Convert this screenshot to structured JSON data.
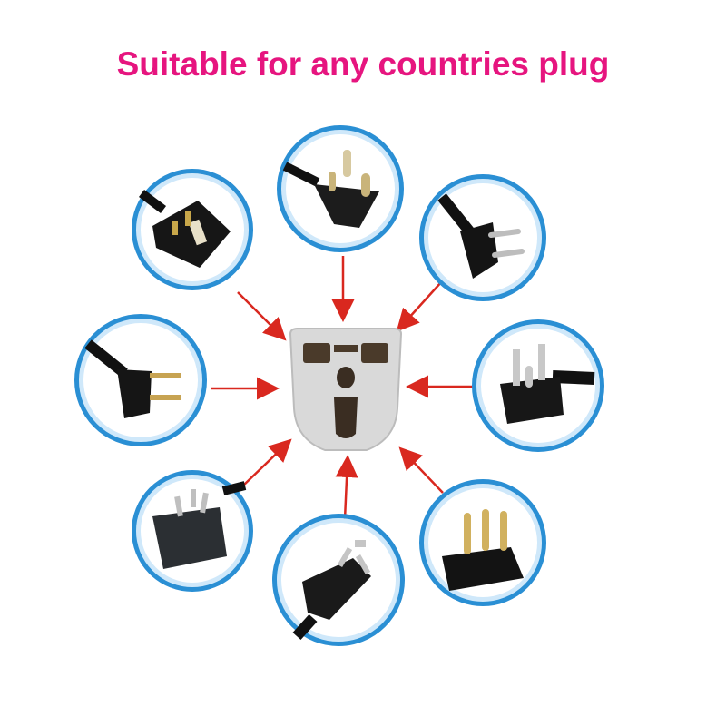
{
  "title": "Suitable for any countries plug",
  "colors": {
    "title": "#e6157f",
    "ring_outer": "#2a8fd4",
    "ring_inner": "#cfe8fa",
    "arrow": "#d9281f",
    "plug_body": "#161616",
    "adapter_body": "#d9d9d9"
  },
  "plugs": [
    {
      "name": "uk-type-g",
      "icon": "uk-plug-icon"
    },
    {
      "name": "india-type-d",
      "icon": "india-plug-icon"
    },
    {
      "name": "europe-type-c",
      "icon": "euro-plug-icon"
    },
    {
      "name": "usa-type-a",
      "icon": "us-two-pin-plug-icon"
    },
    {
      "name": "usa-type-b",
      "icon": "us-three-pin-plug-icon"
    },
    {
      "name": "china-type-i",
      "icon": "china-plug-icon"
    },
    {
      "name": "australia-type-i",
      "icon": "australia-plug-icon"
    },
    {
      "name": "brazil-type-n",
      "icon": "brazil-plug-icon"
    }
  ],
  "center": {
    "icon": "universal-adapter-icon"
  }
}
